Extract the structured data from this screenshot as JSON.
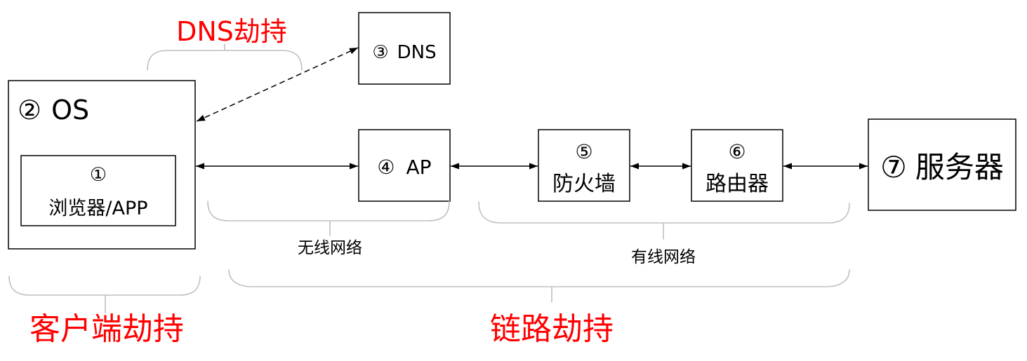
{
  "hijacks": {
    "dns": "DNS劫持",
    "client": "客户端劫持",
    "link": "链路劫持"
  },
  "nodes": {
    "dns": {
      "number": "③",
      "label": "DNS"
    },
    "os": {
      "number": "②",
      "label": "OS"
    },
    "browser_app": {
      "number": "①",
      "label": "浏览器/APP"
    },
    "ap": {
      "number": "④",
      "label": "AP"
    },
    "firewall": {
      "number": "⑤",
      "label": "防火墙"
    },
    "router": {
      "number": "⑥",
      "label": "路由器"
    },
    "server": {
      "number": "⑦",
      "label": "服务器"
    }
  },
  "networks": {
    "wireless": "无线网络",
    "wired": "有线网络"
  },
  "colors": {
    "hijack_text": "#ff0000",
    "brace": "#bfbfbf"
  }
}
